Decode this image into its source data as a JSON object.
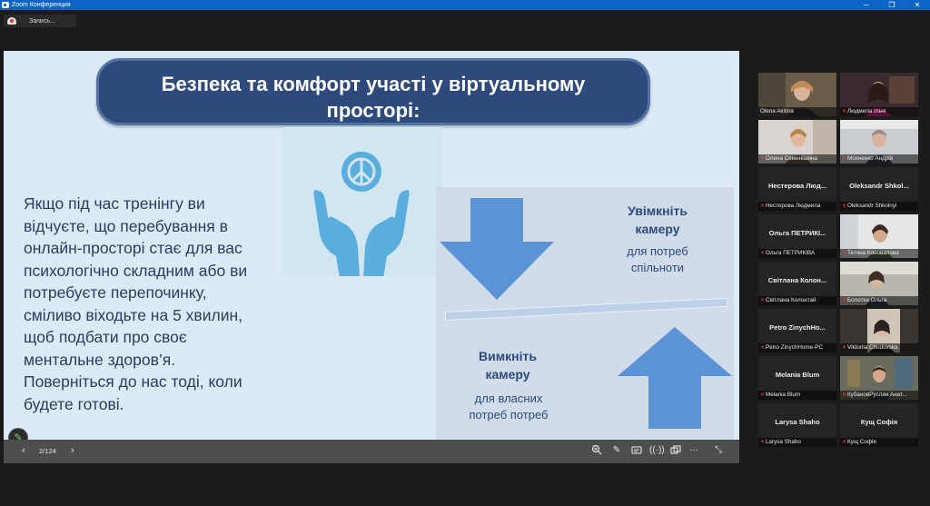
{
  "window": {
    "title": "Zoom Конференция",
    "min_icon": "minimize-icon",
    "max_icon": "maximize-icon",
    "close_icon": "close-icon"
  },
  "recording": {
    "label": "Запись..."
  },
  "slide": {
    "title_line1": "Безпека та комфорт участі у віртуальному",
    "title_line2": "просторі:",
    "body_lines": [
      "Якщо під час тренінгу ви",
      "відчуєте, що перебування в",
      "онлайн-просторі стає для вас",
      "психологічно складним або ви",
      "потребуєте перепочинку,",
      "сміливо віходьте на 5 хвилин,",
      "щоб подбати про своє",
      "ментальне здоров’я.",
      "Поверніться до нас тоді, коли",
      "будете готові."
    ],
    "camera_on_title_line1": "Увімкніть",
    "camera_on_title_line2": "камеру",
    "camera_on_sub_line1": "для потреб",
    "camera_on_sub_line2": "спільноти",
    "camera_off_title_line1": "Вимкніть",
    "camera_off_title_line2": "камеру",
    "camera_off_sub_line1": "для власних",
    "camera_off_sub_line2": "потреб потреб",
    "colors": {
      "title_box": "#2e4a7c",
      "body_text": "#2b3d5e",
      "arrow": "#5b93d6",
      "hands": "#5aaede"
    }
  },
  "viewer_toolbar": {
    "prev_label": "‹",
    "page_label": "2/124",
    "next_label": "›",
    "icons": [
      "zoom-in-icon",
      "annotate-icon",
      "captions-icon",
      "read-aloud-icon",
      "slideshow-icon",
      "more-icon",
      "exit-fullscreen-icon"
    ]
  },
  "participants": [
    {
      "name": "Olena Akilina",
      "has_video": true,
      "muted": false,
      "active": true
    },
    {
      "name": "Людмила Ільчі",
      "has_video": true,
      "muted": true
    },
    {
      "name": "Олена Семенішина",
      "has_video": true,
      "muted": true
    },
    {
      "name": "Мохненко Андрій",
      "has_video": true,
      "muted": true
    },
    {
      "name": "Нестерова Людмила",
      "display_name": "Нестерова Люд...",
      "has_video": false,
      "muted": true
    },
    {
      "name": "Oleksandr Shkolnyi",
      "display_name": "Oleksandr Shkol...",
      "has_video": false,
      "muted": true
    },
    {
      "name": "Ольга ПЕТРИКІВА",
      "display_name": "Ольга ПЕТРИКІ...",
      "has_video": false,
      "muted": true
    },
    {
      "name": "Тетяна Коновалова",
      "has_video": true,
      "muted": true
    },
    {
      "name": "Світлана Колонтай",
      "display_name": "Світлана Колон...",
      "has_video": false,
      "muted": true
    },
    {
      "name": "Болотка Ольга",
      "has_video": true,
      "muted": true
    },
    {
      "name": "Petro ZinychHome-PC",
      "display_name": "Petro ZinychHo...",
      "has_video": false,
      "muted": true
    },
    {
      "name": "Viktoriia Chudovska",
      "has_video": true,
      "muted": true
    },
    {
      "name": "Melania Blum",
      "display_name": "Melania Blum",
      "has_video": false,
      "muted": true
    },
    {
      "name": "КубановРуслан Анат...",
      "has_video": true,
      "muted": true
    },
    {
      "name": "Larysa Shaho",
      "display_name": "Larysa Shaho",
      "has_video": false,
      "muted": true
    },
    {
      "name": "Кущ Софія",
      "display_name": "Кущ Софія",
      "has_video": false,
      "muted": true
    }
  ]
}
